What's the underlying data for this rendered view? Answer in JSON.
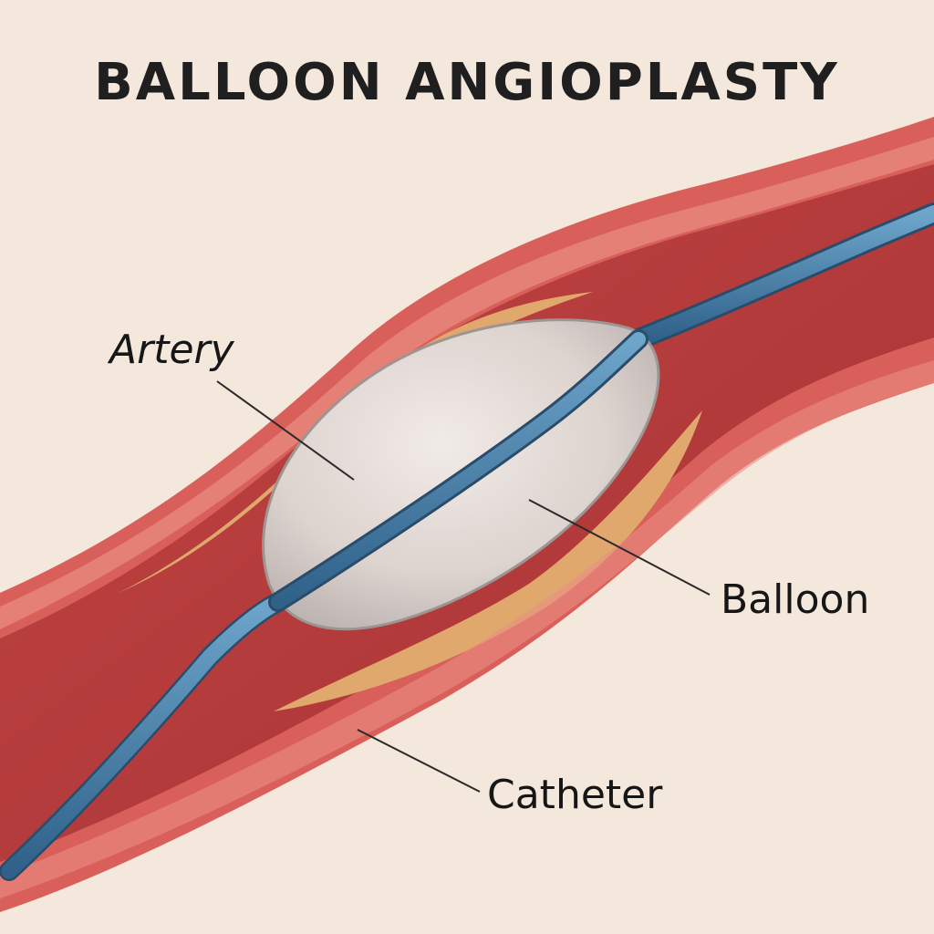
{
  "title": "BALLOON ANGIOPLASTY",
  "labels": {
    "artery": "Artery",
    "balloon": "Balloon",
    "catheter": "Catheter"
  },
  "colors": {
    "background": "#f4e7dc",
    "vessel_wall": "#d9605a",
    "vessel_wall_light": "#e98e83",
    "lumen": "#b93a3a",
    "plaque": "#e0a86c",
    "balloon": "#d7d2cf",
    "catheter": "#3f77a2",
    "catheter_highlight": "#7fb0d1",
    "leader_line": "#2a2a2a"
  }
}
